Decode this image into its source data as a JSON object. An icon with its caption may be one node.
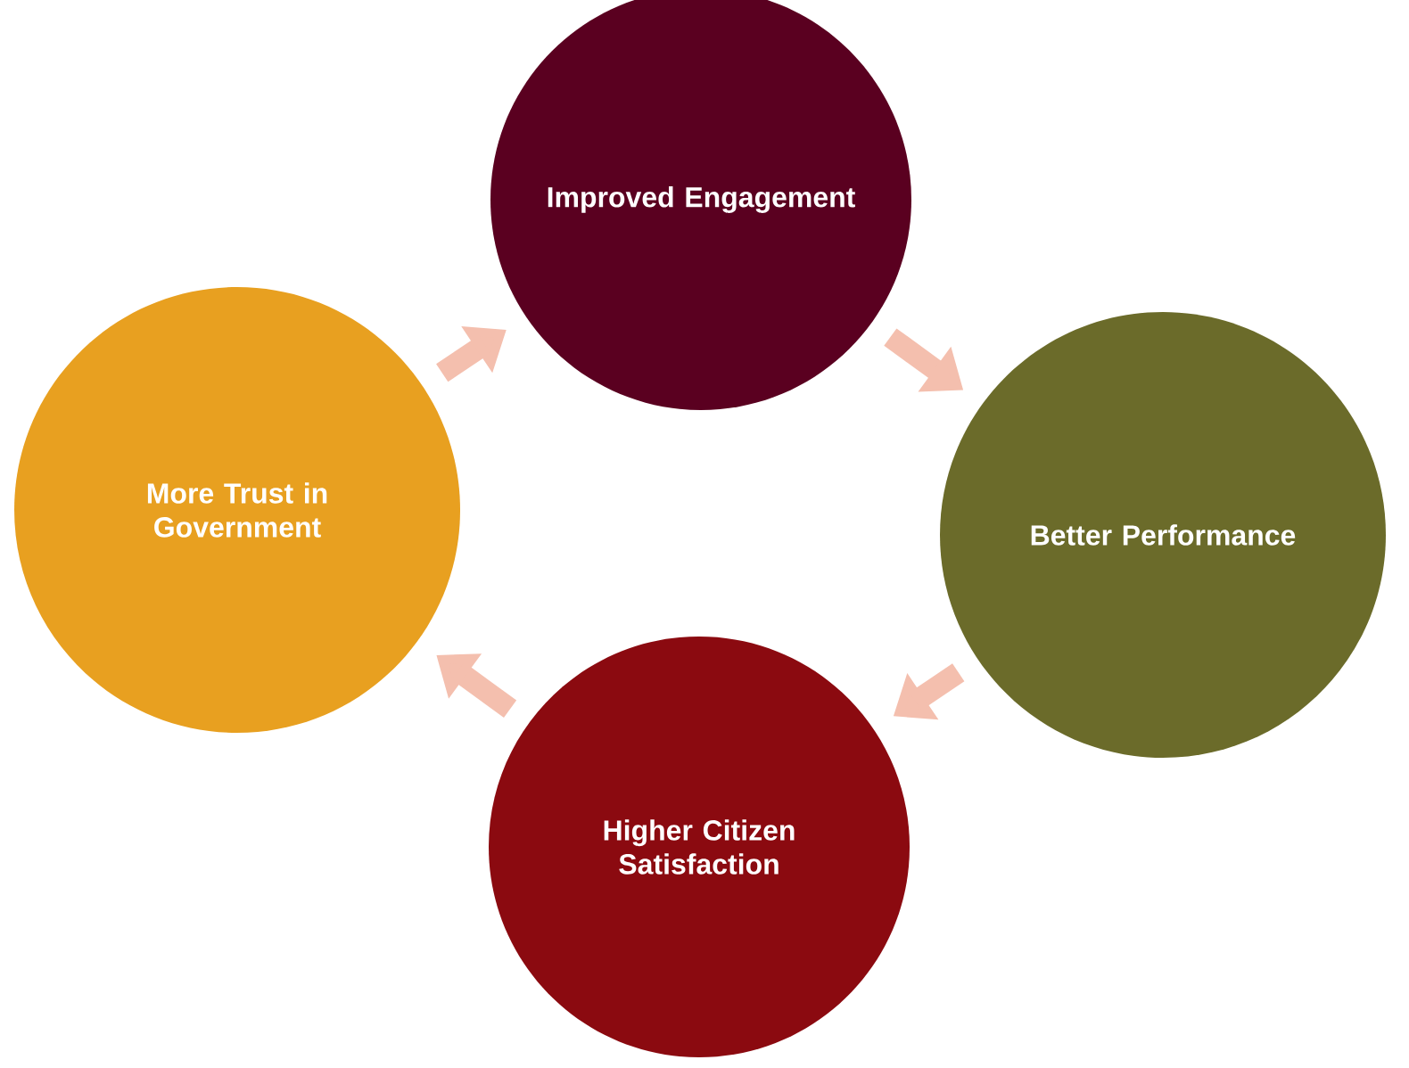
{
  "diagram": {
    "nodes": [
      {
        "text": [
          "Improved Engagement"
        ]
      },
      {
        "text": [
          "More Trust in Government"
        ]
      },
      {
        "text": [
          "Better Performance"
        ]
      },
      {
        "text": [
          "Higher Citizen Satisfaction"
        ]
      }
    ],
    "edges": [
      {
        "from": 0,
        "to": 2,
        "arrow": "to"
      },
      {
        "from": 2,
        "to": 3,
        "arrow": "to"
      },
      {
        "from": 3,
        "to": 1,
        "arrow": "to"
      },
      {
        "from": 1,
        "to": 0,
        "arrow": "to"
      }
    ]
  }
}
